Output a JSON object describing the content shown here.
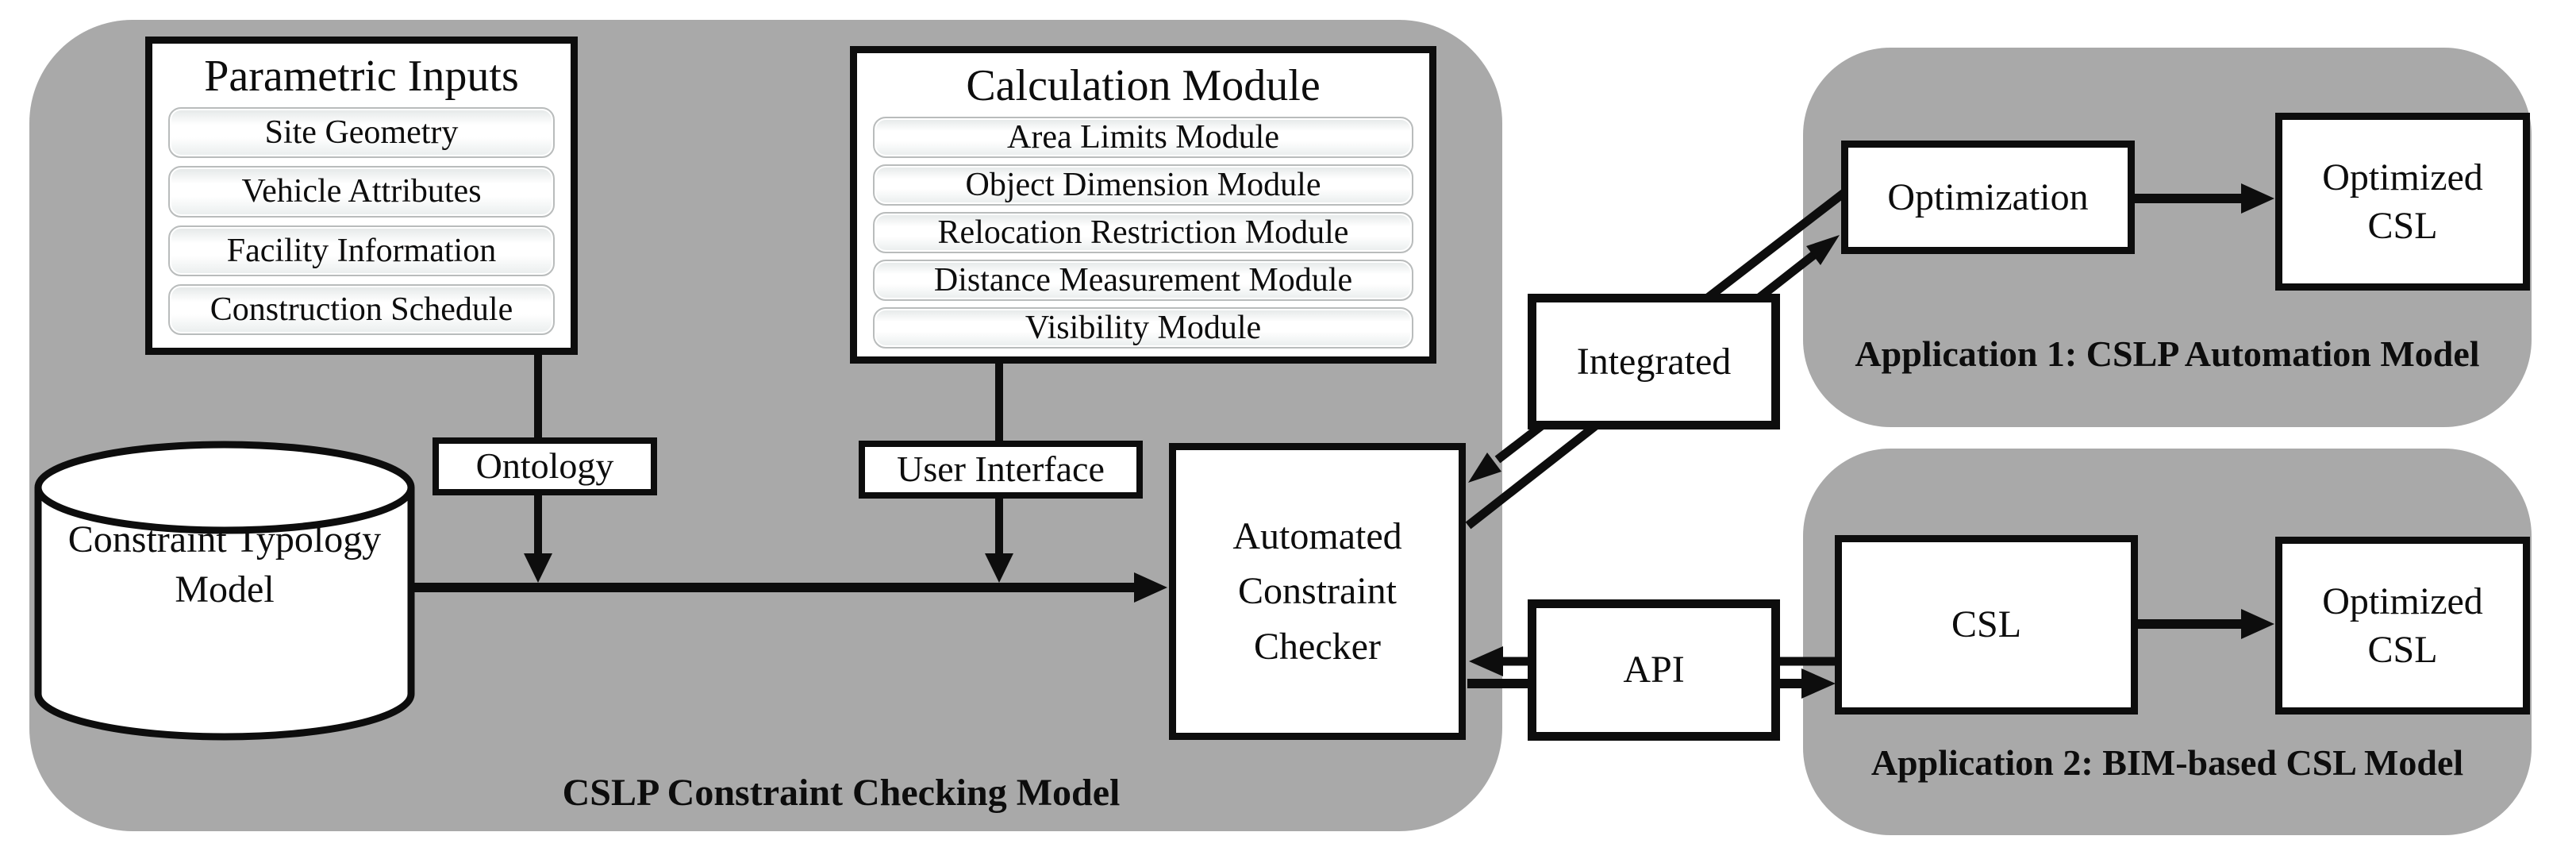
{
  "main_region": {
    "label": "CSLP Constraint Checking Model"
  },
  "parametric_inputs": {
    "title": "Parametric Inputs",
    "items": [
      "Site Geometry",
      "Vehicle Attributes",
      "Facility Information",
      "Construction Schedule"
    ]
  },
  "calculation_module": {
    "title": "Calculation Module",
    "items": [
      "Area Limits Module",
      "Object Dimension Module",
      "Relocation Restriction Module",
      "Distance Measurement Module",
      "Visibility Module"
    ]
  },
  "nodes": {
    "ontology": "Ontology",
    "user_interface": "User Interface",
    "constraint_typology_model": [
      "Constraint",
      "Typology",
      "Model"
    ],
    "automated_constraint_checker": [
      "Automated",
      "Constraint",
      "Checker"
    ],
    "integrated": "Integrated",
    "api": "API",
    "optimization": "Optimization",
    "optimized_csl_app1": [
      "Optimized",
      "CSL"
    ],
    "csl": "CSL",
    "optimized_csl_app2": [
      "Optimized",
      "CSL"
    ]
  },
  "app1_region": {
    "label_line1": "Application 1:",
    "label_line2": "CSLP Automation Model"
  },
  "app2_region": {
    "label_line1": "Application 2:",
    "label_line2": "BIM-based CSL Model"
  },
  "colors": {
    "region_gray": "#a9a9a9",
    "line_black": "#0d0d0d",
    "box_fill": "#ffffff"
  }
}
